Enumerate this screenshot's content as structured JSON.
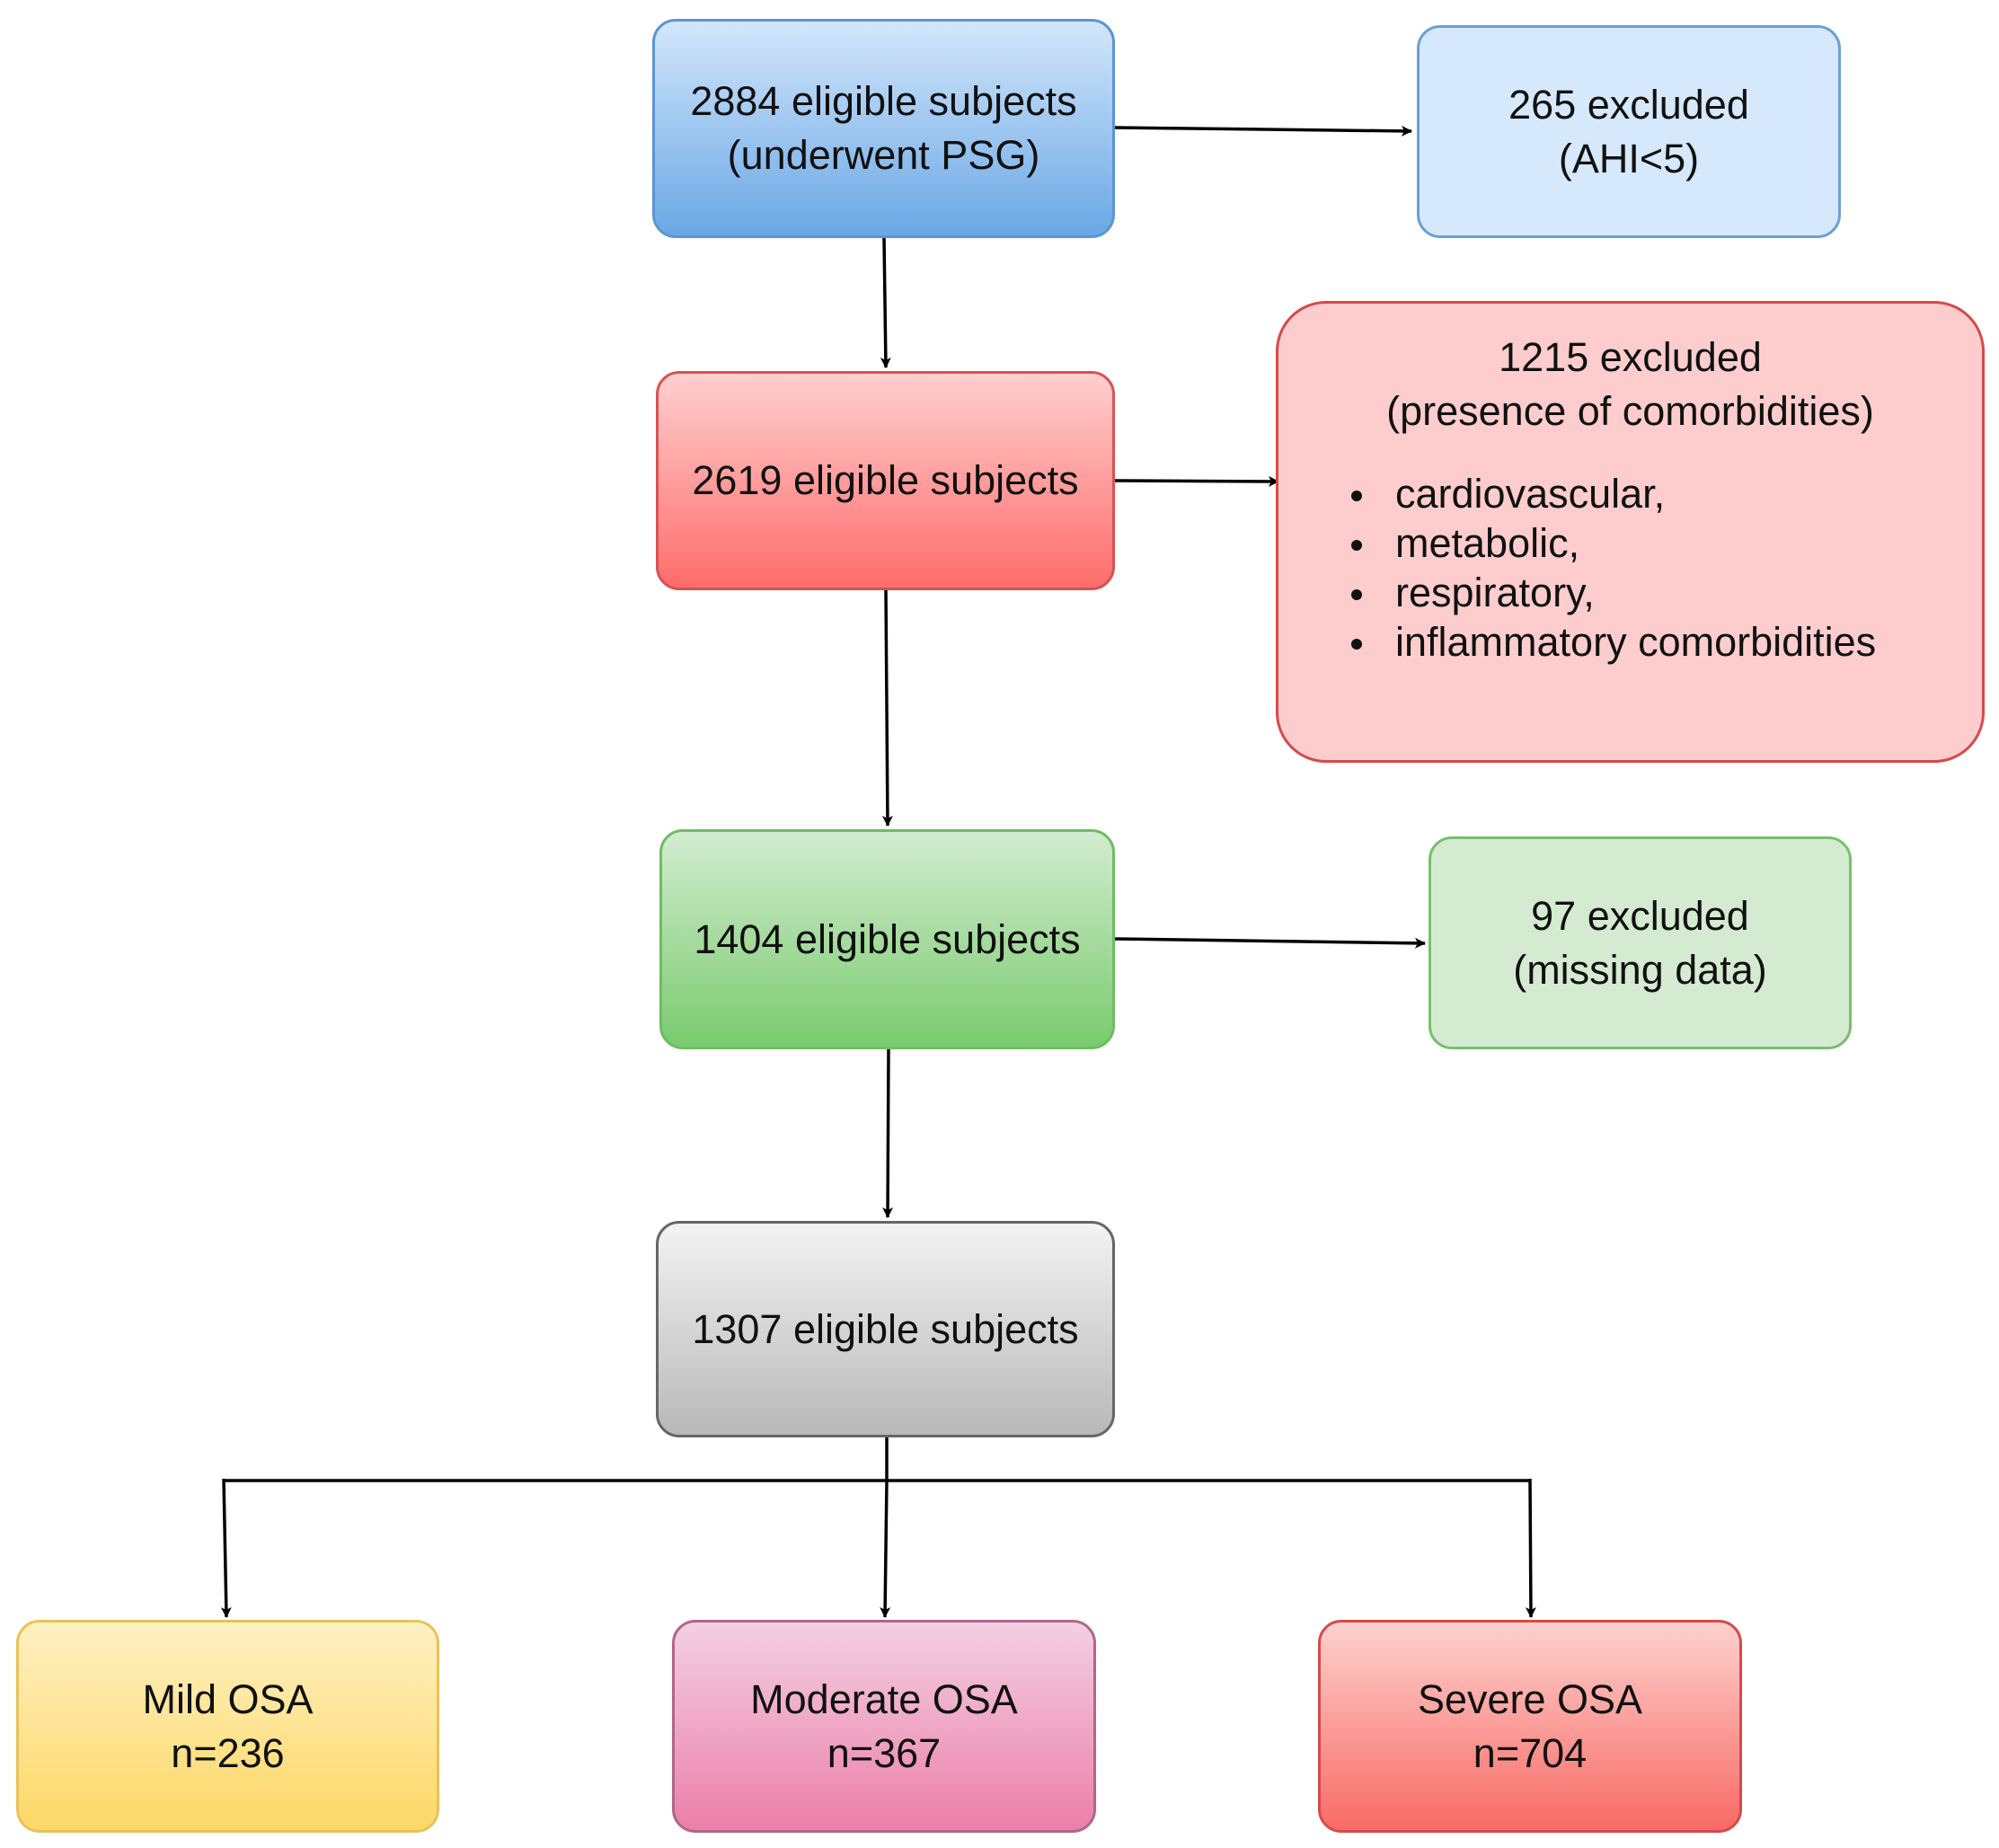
{
  "flowchart": {
    "start": {
      "line1": "2884 eligible subjects",
      "line2": "(underwent PSG)"
    },
    "exclusion_1": {
      "line1": "265 excluded",
      "line2": "(AHI<5)"
    },
    "step_2": {
      "label": "2619 eligible subjects"
    },
    "exclusion_2": {
      "line1": "1215 excluded",
      "line2": "(presence of comorbidities)",
      "items": [
        "cardiovascular,",
        "metabolic,",
        "respiratory,",
        "inflammatory comorbidities"
      ]
    },
    "step_3": {
      "label": "1404 eligible subjects"
    },
    "exclusion_3": {
      "line1": "97 excluded",
      "line2": "(missing data)"
    },
    "step_4": {
      "label": "1307 eligible subjects"
    },
    "groups": [
      {
        "name": "Mild OSA",
        "count": "n=236"
      },
      {
        "name": "Moderate OSA",
        "count": "n=367"
      },
      {
        "name": "Severe OSA",
        "count": "n=704"
      }
    ]
  },
  "colors": {
    "blue": "#6aa8e6",
    "red": "#ff6c6c",
    "green": "#79cb6e",
    "gray": "#b8b8b8",
    "yellow": "#fdd866",
    "pink": "#ec7fa8",
    "salmon": "#f96a65",
    "connector": "#000000"
  }
}
